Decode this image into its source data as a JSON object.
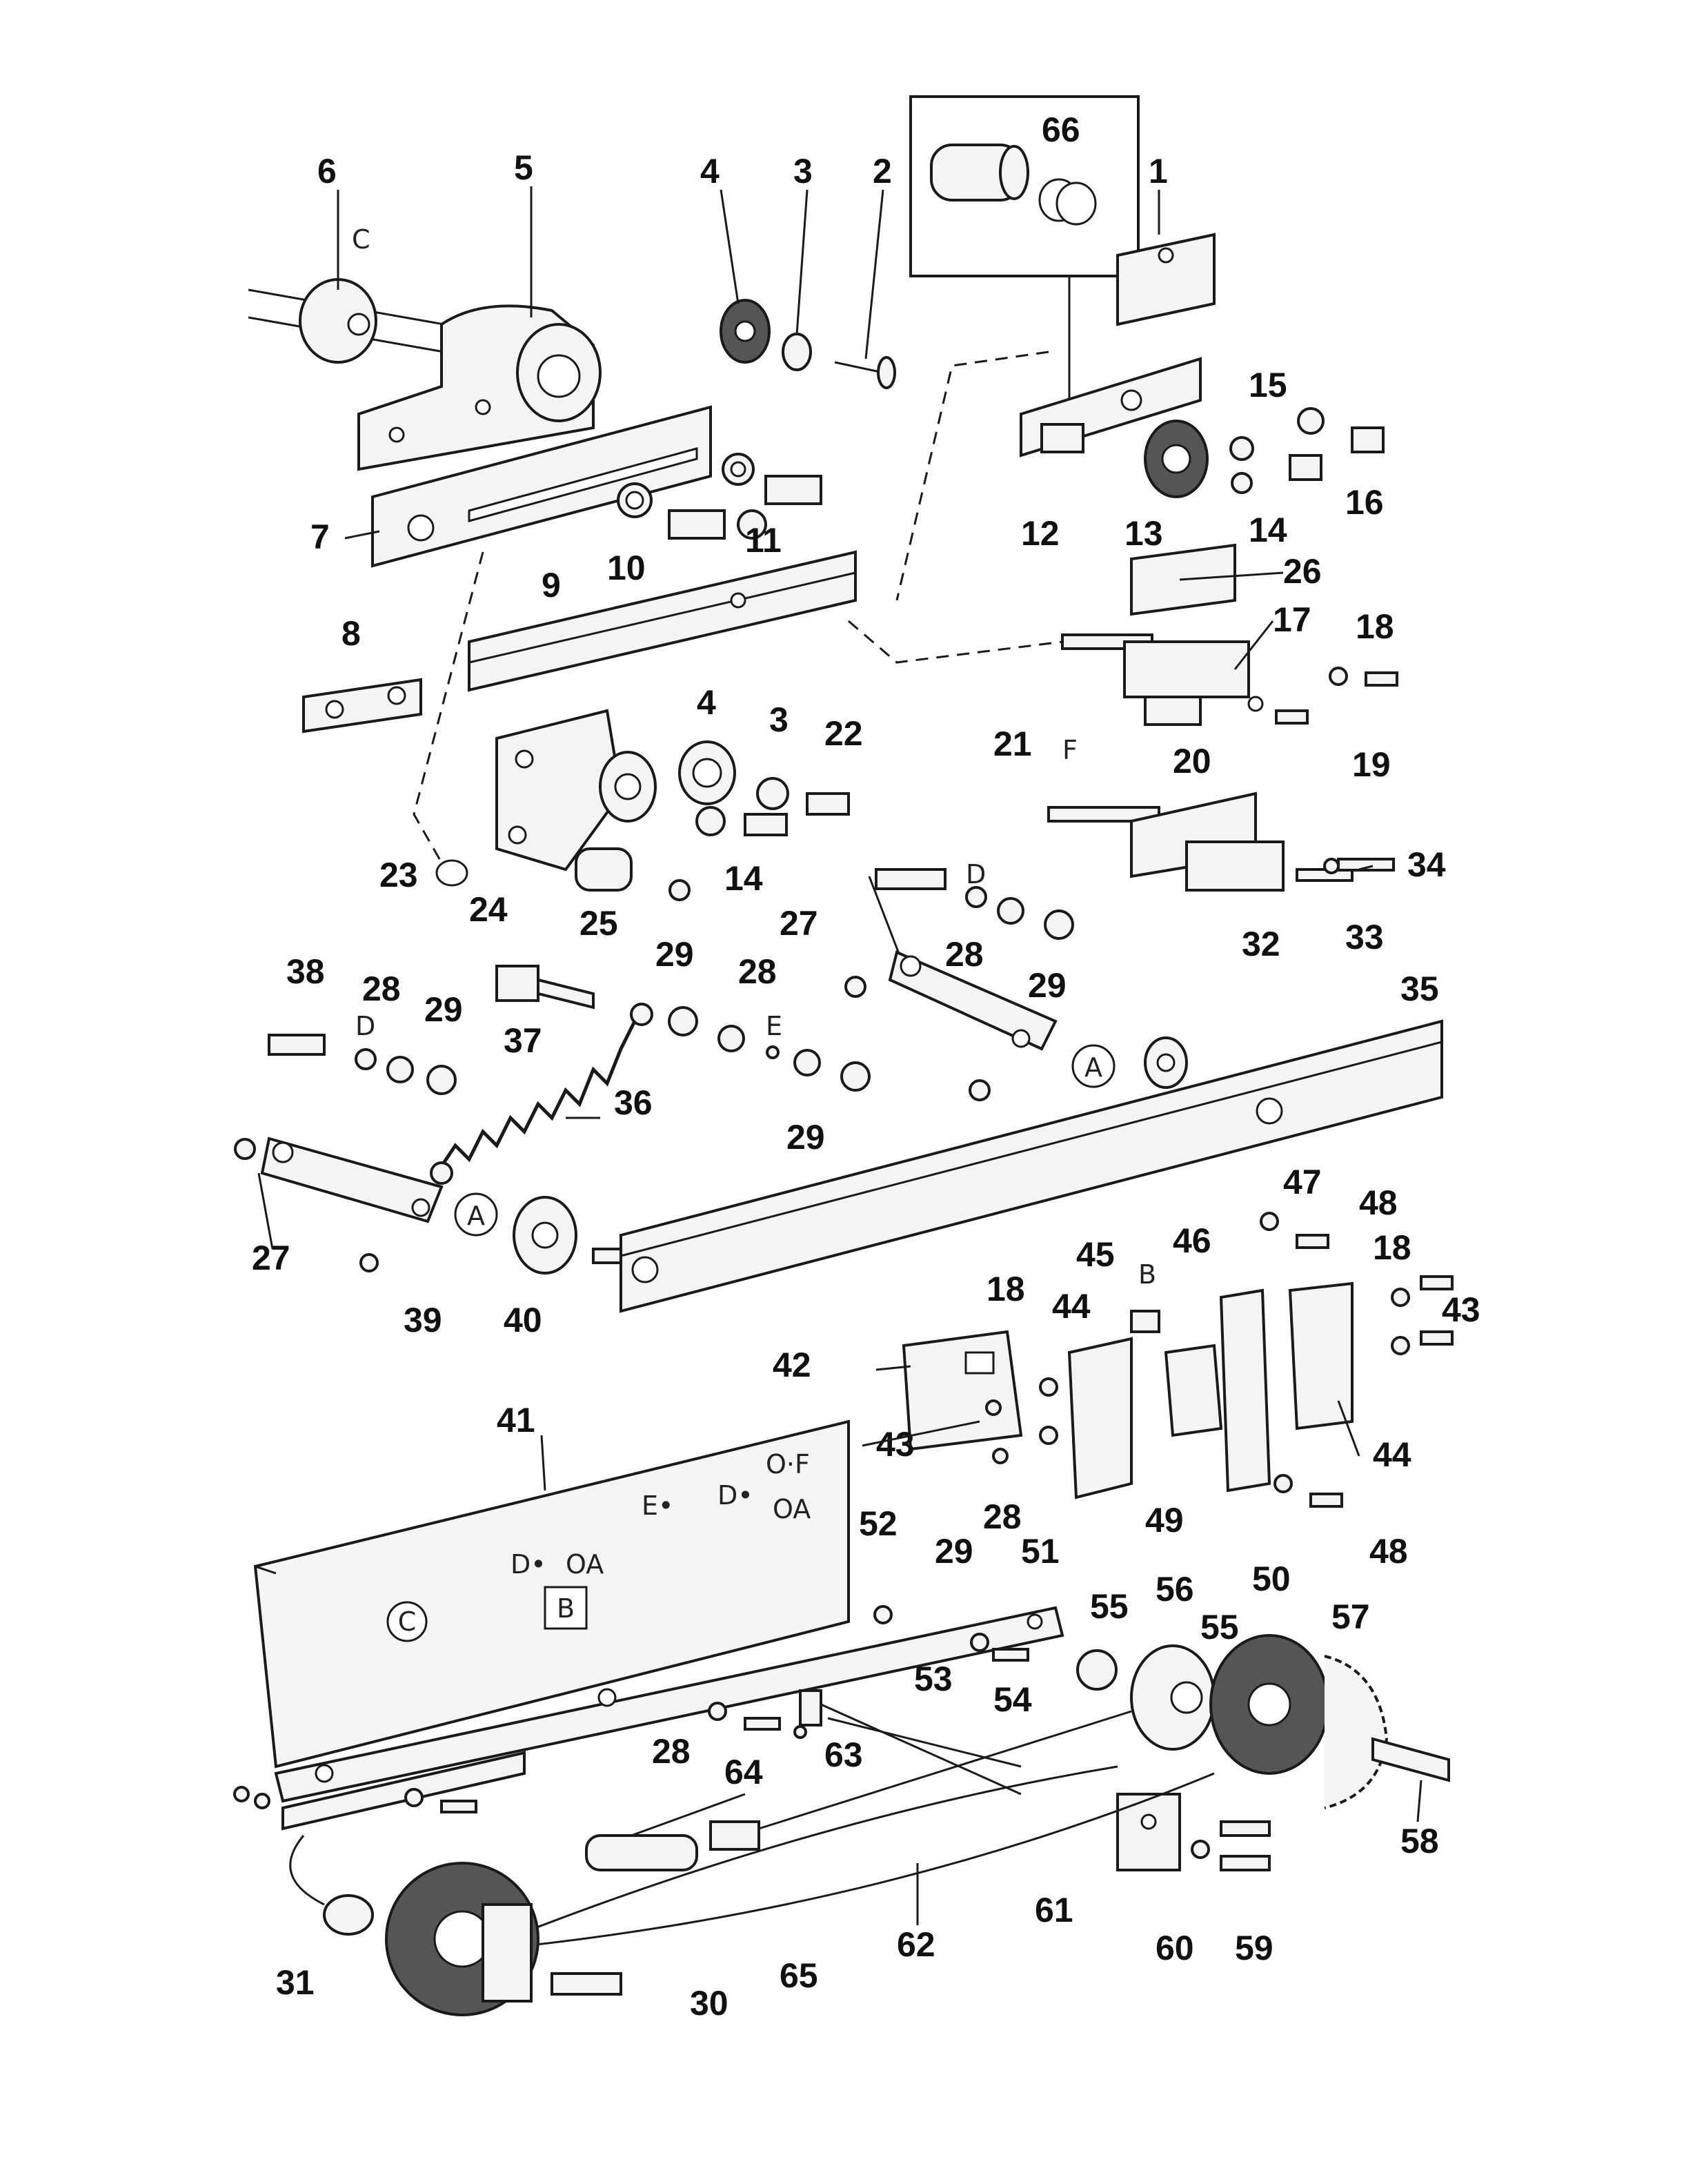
{
  "labels": {
    "l1": "1",
    "l2": "2",
    "l3": "3",
    "l4": "4",
    "l5": "5",
    "l6": "6",
    "l7": "7",
    "l8": "8",
    "l9": "9",
    "l10": "10",
    "l11": "11",
    "l12": "12",
    "l13": "13",
    "l14": "14",
    "l15": "15",
    "l16": "16",
    "l17": "17",
    "l18": "18",
    "l19": "19",
    "l20": "20",
    "l21": "21",
    "l22": "22",
    "l23": "23",
    "l24": "24",
    "l25": "25",
    "l26": "26",
    "l27": "27",
    "l28": "28",
    "l29": "29",
    "l30": "30",
    "l31": "31",
    "l32": "32",
    "l33": "33",
    "l34": "34",
    "l35": "35",
    "l36": "36",
    "l37": "37",
    "l38": "38",
    "l39": "39",
    "l40": "40",
    "l41": "41",
    "l42": "42",
    "l43": "43",
    "l44": "44",
    "l45": "45",
    "l46": "46",
    "l47": "47",
    "l48": "48",
    "l49": "49",
    "l50": "50",
    "l51": "51",
    "l52": "52",
    "l53": "53",
    "l54": "54",
    "l55": "55",
    "l56": "56",
    "l57": "57",
    "l58": "58",
    "l59": "59",
    "l60": "60",
    "l61": "61",
    "l62": "62",
    "l63": "63",
    "l64": "64",
    "l65": "65",
    "l66": "66"
  },
  "markers": {
    "A": "A",
    "B": "B",
    "C": "C",
    "D": "D",
    "E": "E",
    "F": "F",
    "OA": "OA",
    "OF": "O·F",
    "D_dot": "D•",
    "E_dot": "E•"
  },
  "colors": {
    "ink": "#1a1a1a",
    "paper": "#ffffff"
  }
}
